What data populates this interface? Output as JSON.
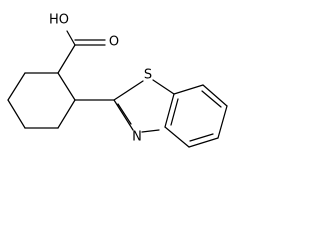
{
  "molecule": {
    "atoms": {
      "hydroxyl": "HO",
      "carbonyl_oxygen": "O",
      "sulfur": "S",
      "nitrogen": "N"
    }
  }
}
